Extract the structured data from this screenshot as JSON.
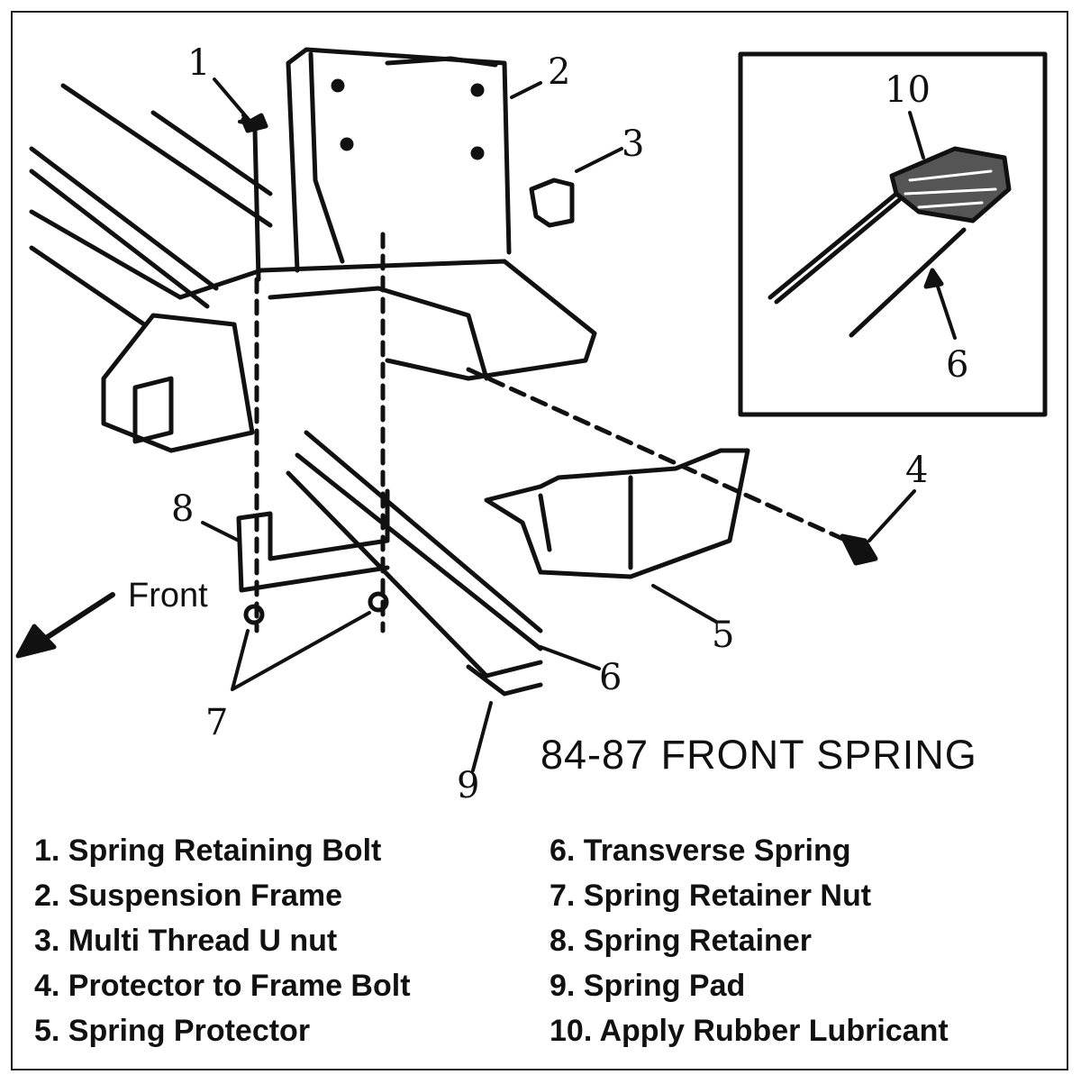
{
  "title": "84-87 FRONT SPRING",
  "direction_label": "Front",
  "callouts": {
    "c1": "1",
    "c2": "2",
    "c3": "3",
    "c4": "4",
    "c5": "5",
    "c6": "6",
    "c7": "7",
    "c8": "8",
    "c9": "9",
    "inset_c10": "10",
    "inset_c6": "6"
  },
  "legend": {
    "left": [
      "1. Spring Retaining Bolt",
      "2. Suspension Frame",
      "3. Multi Thread U nut",
      "4. Protector to Frame Bolt",
      "5. Spring Protector"
    ],
    "right": [
      "6. Transverse Spring",
      "7. Spring Retainer Nut",
      "8. Spring Retainer",
      "9. Spring Pad",
      "10. Apply Rubber Lubricant"
    ]
  }
}
